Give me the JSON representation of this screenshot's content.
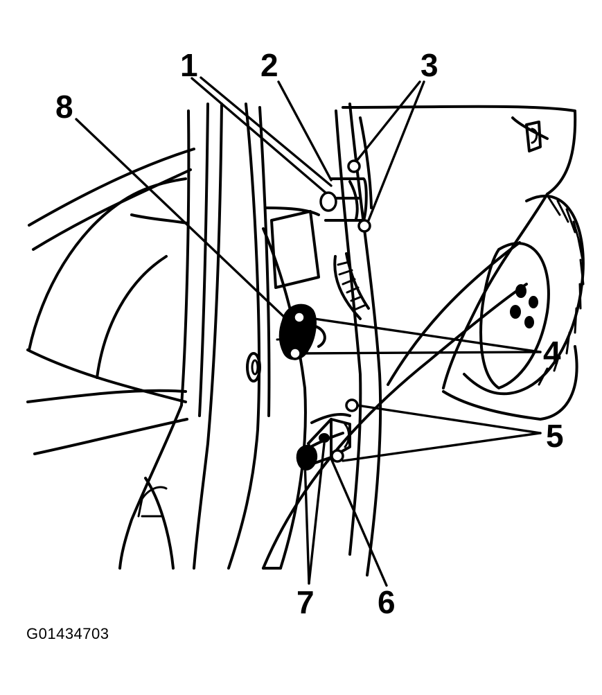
{
  "figure_id": "G01434703",
  "callouts": [
    {
      "id": "1",
      "label": "1"
    },
    {
      "id": "2",
      "label": "2"
    },
    {
      "id": "3",
      "label": "3"
    },
    {
      "id": "4",
      "label": "4"
    },
    {
      "id": "5",
      "label": "5"
    },
    {
      "id": "6",
      "label": "6"
    },
    {
      "id": "7",
      "label": "7"
    },
    {
      "id": "8",
      "label": "8"
    }
  ]
}
